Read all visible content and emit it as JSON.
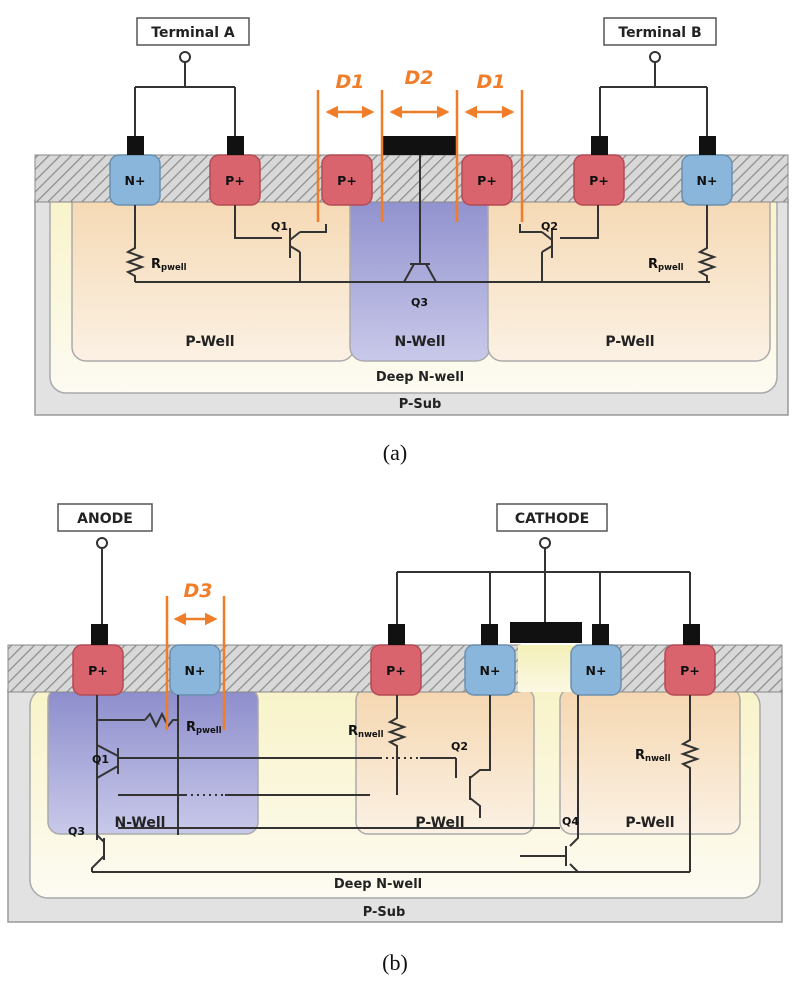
{
  "a": {
    "terminal_a": "Terminal A",
    "terminal_b": "Terminal B",
    "regions": [
      "N+",
      "P+",
      "P+",
      "P+",
      "P+",
      "N+"
    ],
    "dims": [
      "D1",
      "D2",
      "D1"
    ],
    "transistors": [
      "Q1",
      "Q2",
      "Q3"
    ],
    "resistors": [
      "Rpwell",
      "Rpwell"
    ],
    "wells": [
      "P-Well",
      "N-Well",
      "P-Well"
    ],
    "deep_well": "Deep N-well",
    "substrate": "P-Sub",
    "caption": "(a)"
  },
  "b": {
    "anode": "ANODE",
    "cathode": "CATHODE",
    "regions": [
      "P+",
      "N+",
      "P+",
      "N+",
      "N+",
      "P+"
    ],
    "dim": "D3",
    "transistors": [
      "Q1",
      "Q2",
      "Q3",
      "Q4"
    ],
    "resistors": [
      "Rpwell",
      "Rnwell",
      "Rnwell"
    ],
    "wells": [
      "N-Well",
      "P-Well",
      "P-Well"
    ],
    "deep_well": "Deep N-well",
    "substrate": "P-Sub",
    "caption": "(b)"
  },
  "colors": {
    "p_plus": "#d9646e",
    "n_plus": "#89b6da",
    "n_well": "#9b9bd4",
    "p_well": "#f7e1c4",
    "deep_nwell": "#fbf7e6",
    "p_sub": "#e2e2e2",
    "dimension": "#ef7d2a"
  }
}
